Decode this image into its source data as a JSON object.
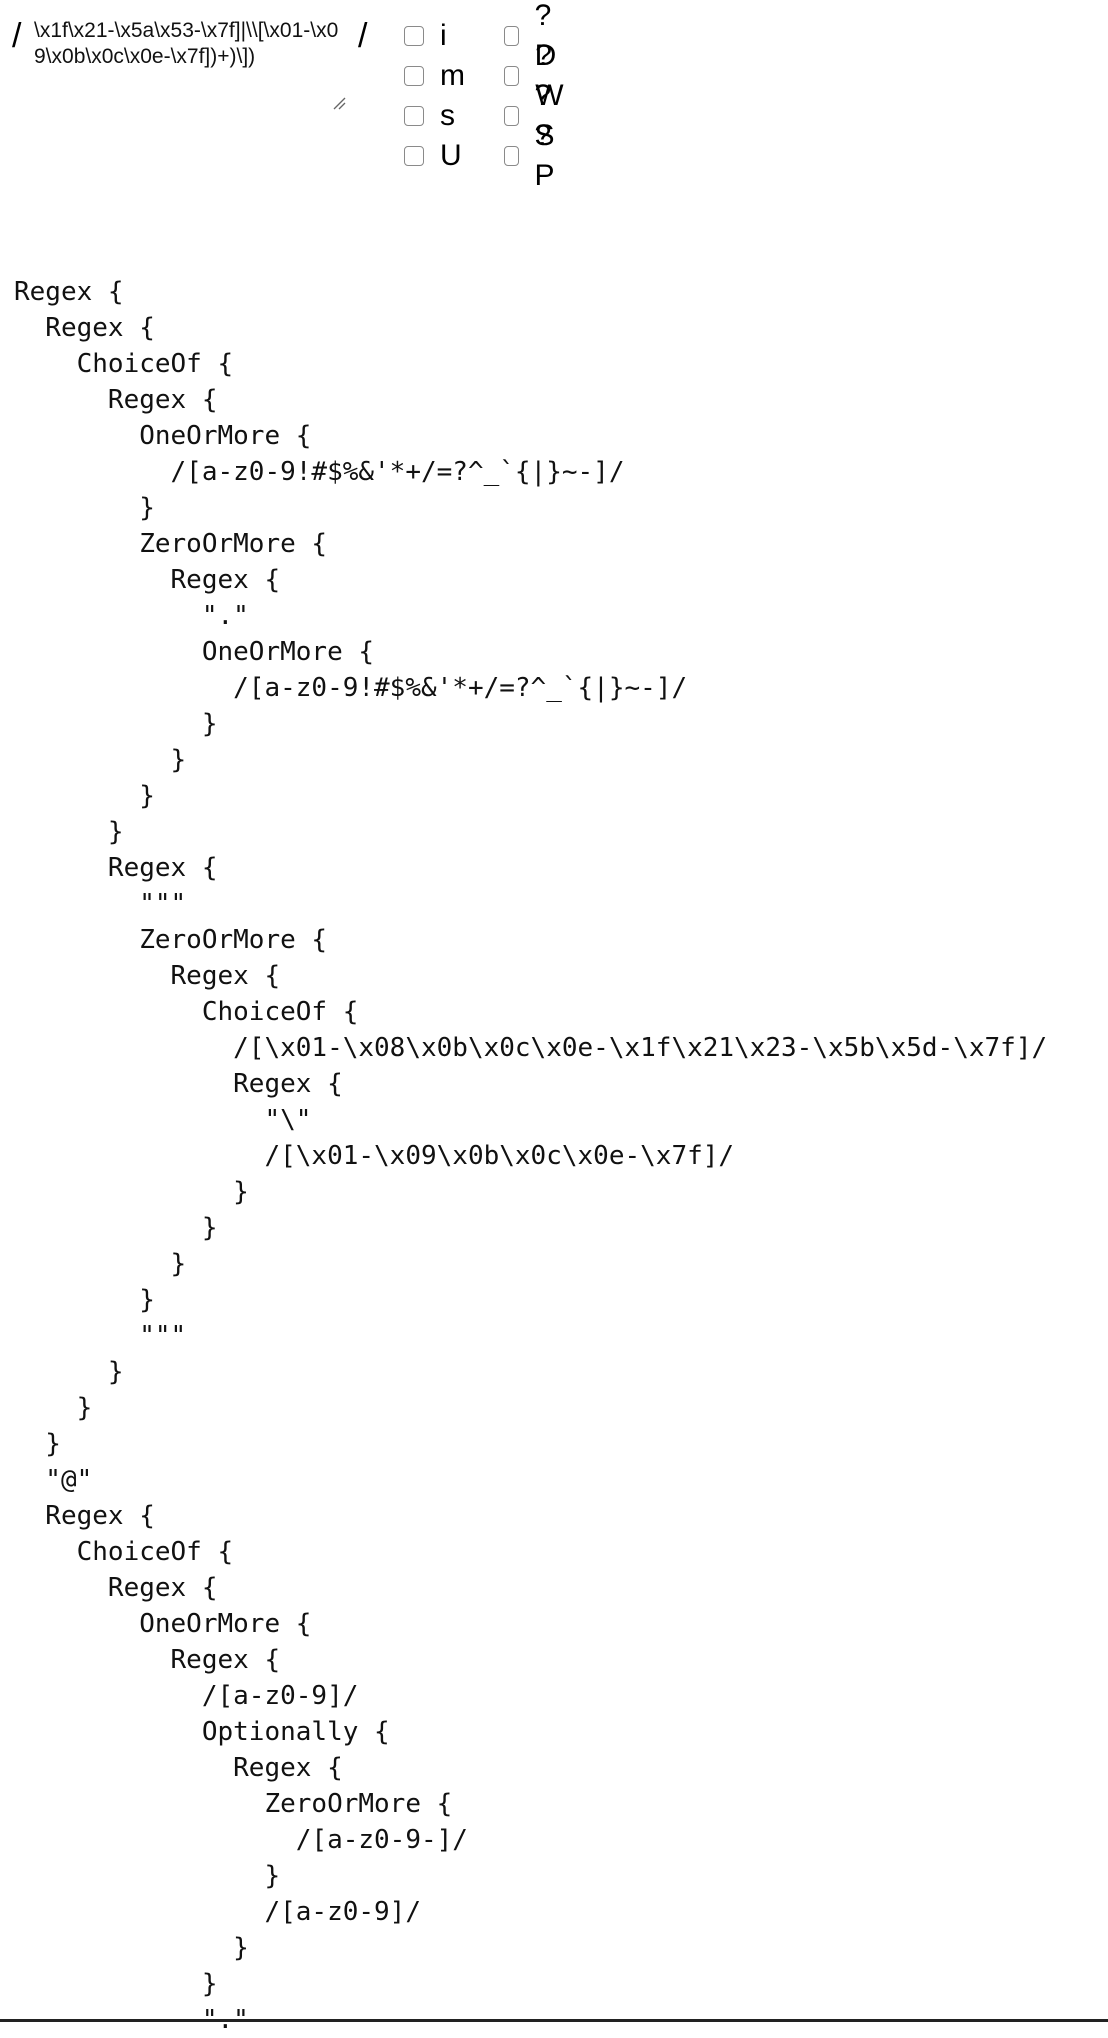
{
  "editor": {
    "slash_open": "/",
    "slash_close": "/",
    "regex_value": "\\x1f\\x21-\\x5a\\x53-\\x7f]|\\\\[\\x01-\\x09\\x0b\\x0c\\x0e-\\x7f])+)\\])"
  },
  "flags": [
    {
      "label": "i",
      "checked": false
    },
    {
      "label": "m",
      "checked": false
    },
    {
      "label": "s",
      "checked": false
    },
    {
      "label": "U",
      "checked": false
    },
    {
      "label": "?D",
      "checked": false
    },
    {
      "label": "?W",
      "checked": false
    },
    {
      "label": "?S",
      "checked": false
    },
    {
      "label": "?P",
      "checked": false
    }
  ],
  "tree_lines": [
    "Regex {",
    "  Regex {",
    "    ChoiceOf {",
    "      Regex {",
    "        OneOrMore {",
    "          /[a-z0-9!#$%&'*+/=?^_`{|}~-]/",
    "        }",
    "        ZeroOrMore {",
    "          Regex {",
    "            \".\"",
    "            OneOrMore {",
    "              /[a-z0-9!#$%&'*+/=?^_`{|}~-]/",
    "            }",
    "          }",
    "        }",
    "      }",
    "      Regex {",
    "        \"\"\"",
    "        ZeroOrMore {",
    "          Regex {",
    "            ChoiceOf {",
    "              /[\\x01-\\x08\\x0b\\x0c\\x0e-\\x1f\\x21\\x23-\\x5b\\x5d-\\x7f]/",
    "              Regex {",
    "                \"\\\"",
    "                /[\\x01-\\x09\\x0b\\x0c\\x0e-\\x7f]/",
    "              }",
    "            }",
    "          }",
    "        }",
    "        \"\"\"",
    "      }",
    "    }",
    "  }",
    "  \"@\"",
    "  Regex {",
    "    ChoiceOf {",
    "      Regex {",
    "        OneOrMore {",
    "          Regex {",
    "            /[a-z0-9]/",
    "            Optionally {",
    "              Regex {",
    "                ZeroOrMore {",
    "                  /[a-z0-9-]/",
    "                }",
    "                /[a-z0-9]/",
    "              }",
    "            }",
    "            \".\""
  ]
}
